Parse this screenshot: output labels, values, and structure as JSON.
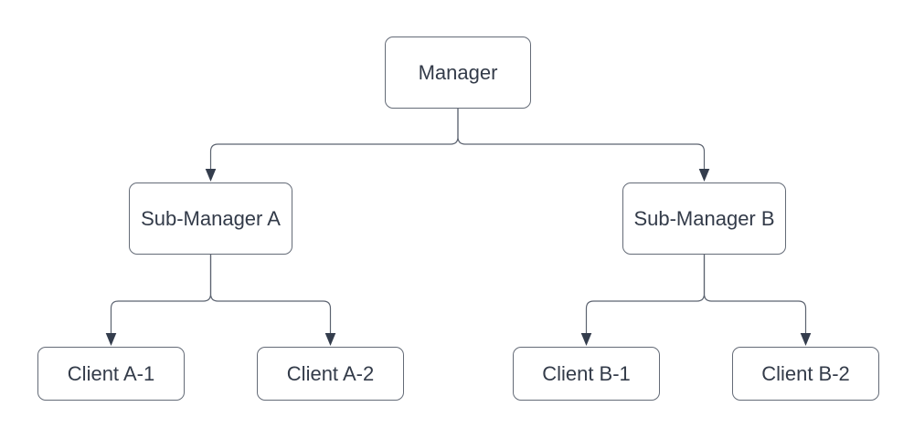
{
  "diagram": {
    "kind": "org-chart-tree",
    "nodes": [
      {
        "id": "manager",
        "label": "Manager",
        "level": 0
      },
      {
        "id": "sub-manager-a",
        "label": "Sub-Manager A",
        "level": 1
      },
      {
        "id": "sub-manager-b",
        "label": "Sub-Manager B",
        "level": 1
      },
      {
        "id": "client-a-1",
        "label": "Client A-1",
        "level": 2
      },
      {
        "id": "client-a-2",
        "label": "Client A-2",
        "level": 2
      },
      {
        "id": "client-b-1",
        "label": "Client B-1",
        "level": 2
      },
      {
        "id": "client-b-2",
        "label": "Client B-2",
        "level": 2
      }
    ],
    "edges": [
      {
        "from": "Manager",
        "to": "Sub-Manager A",
        "arrow": "down"
      },
      {
        "from": "Manager",
        "to": "Sub-Manager B",
        "arrow": "down"
      },
      {
        "from": "Sub-Manager A",
        "to": "Client A-1",
        "arrow": "down"
      },
      {
        "from": "Sub-Manager A",
        "to": "Client A-2",
        "arrow": "down"
      },
      {
        "from": "Sub-Manager B",
        "to": "Client B-1",
        "arrow": "down"
      },
      {
        "from": "Sub-Manager B",
        "to": "Client B-2",
        "arrow": "down"
      }
    ],
    "colors": {
      "background": "#ffffff",
      "node_fill": "#ffffff",
      "node_border": "#646b77",
      "connector_line": "#5c6370",
      "arrowhead": "#343d4d",
      "text": "#333b49"
    }
  }
}
